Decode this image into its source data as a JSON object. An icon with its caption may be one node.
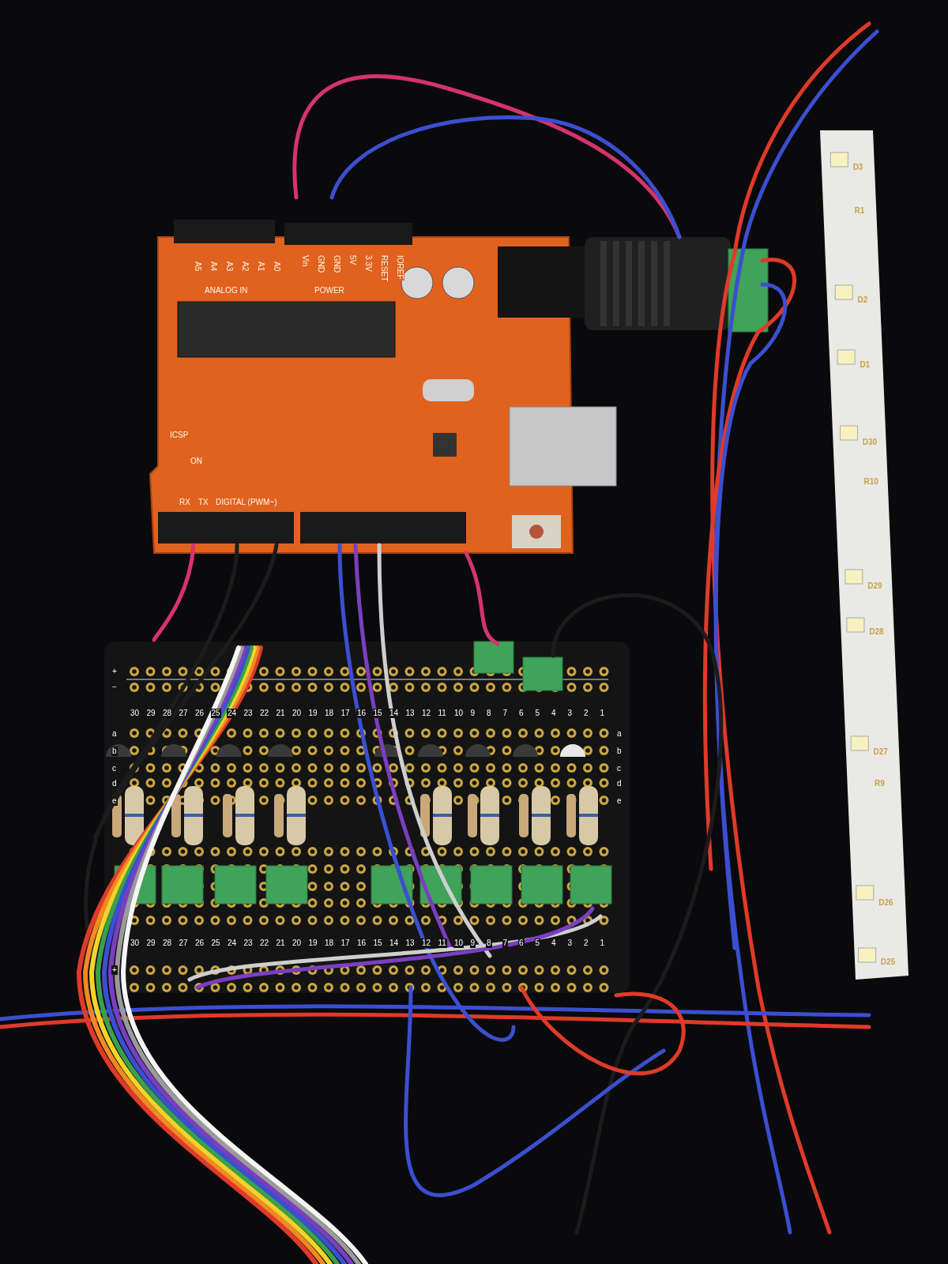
{
  "diagram": {
    "labels": [
      "A5",
      "A4",
      "A3",
      "A2",
      "A1",
      "A0",
      "ANALOG IN",
      "Vin",
      "GND",
      "GND",
      "5V",
      "3.3V",
      "RESET",
      "IOREF",
      "POWER",
      "ICSP",
      "ON",
      "RX",
      "TX",
      "DIGITAL (PWM~)",
      "+",
      "−",
      "30",
      "29",
      "28",
      "27",
      "26",
      "25",
      "24",
      "23",
      "22",
      "21",
      "20",
      "19",
      "18",
      "17",
      "16",
      "15",
      "14",
      "13",
      "12",
      "11",
      "10",
      "9",
      "8",
      "7",
      "6",
      "5",
      "4",
      "3",
      "2",
      "1",
      "a",
      "b",
      "c",
      "d",
      "e",
      "a",
      "b",
      "c",
      "d",
      "e",
      "30",
      "29",
      "28",
      "27",
      "26",
      "25",
      "24",
      "23",
      "22",
      "21",
      "20",
      "19",
      "18",
      "17",
      "16",
      "15",
      "14",
      "13",
      "12",
      "11",
      "10",
      "9",
      "8",
      "7",
      "6",
      "5",
      "4",
      "3",
      "2",
      "1",
      "+",
      "D3",
      "R1",
      "D2",
      "D1",
      "D30",
      "R10",
      "D29",
      "D28",
      "D27",
      "R9",
      "D26",
      "D25"
    ]
  }
}
